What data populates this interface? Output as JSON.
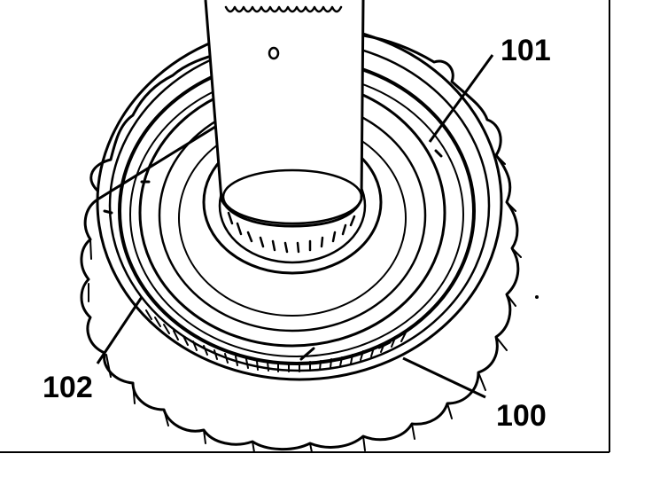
{
  "diagram": {
    "callouts": [
      {
        "id": "101",
        "label": "101"
      },
      {
        "id": "102",
        "label": "102"
      },
      {
        "id": "100",
        "label": "100"
      }
    ],
    "colors": {
      "ink": "#000000",
      "paper": "#ffffff"
    }
  }
}
